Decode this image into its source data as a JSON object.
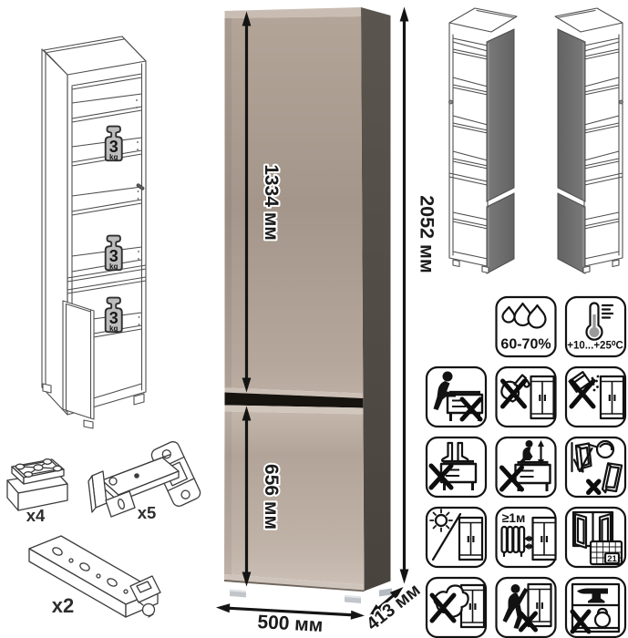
{
  "product": {
    "type": "tall two-door cabinet",
    "dimensions": {
      "upper_door_height": "1334 мм",
      "lower_door_height": "656 мм",
      "total_height": "2052 мм",
      "width": "500 мм",
      "depth": "413 мм"
    },
    "shelf_load": {
      "value": "3",
      "unit": "kg",
      "badge_count": 3
    },
    "hardware": {
      "foot_quantity": "x4",
      "hinge_quantity": "x5",
      "rail_quantity": "x2"
    },
    "climate": {
      "humidity_range": "60-70%",
      "temperature_range": "+10...+25⁰C"
    },
    "placement": {
      "radiator_distance": "≥1м",
      "ventilation_days": "21"
    },
    "care_icons": [
      "humidity-range",
      "temperature-range",
      "no-sitting",
      "no-solvents",
      "no-abrasives",
      "no-standing",
      "no-climbing",
      "secure-to-wall",
      "no-direct-sunlight",
      "keep-distance-from-radiator",
      "ventilate-new-furniture",
      "no-wet-cloth",
      "no-dragging",
      "no-overloading"
    ],
    "colors": {
      "front_top": "#c9bdb3",
      "front_upper": "#b3a498",
      "front_mid": "#a4968a",
      "front_lower": "#c0b3a8",
      "bevel_light": "#d6ccc3",
      "gap_dark": "#17130f",
      "side_dark_top": "#5b554f",
      "side_dark_bottom": "#49433e",
      "door_gray": "#6f6f6f",
      "weight_gray": "#bdbdbd",
      "foot_metal": "#c2c6ca"
    }
  }
}
